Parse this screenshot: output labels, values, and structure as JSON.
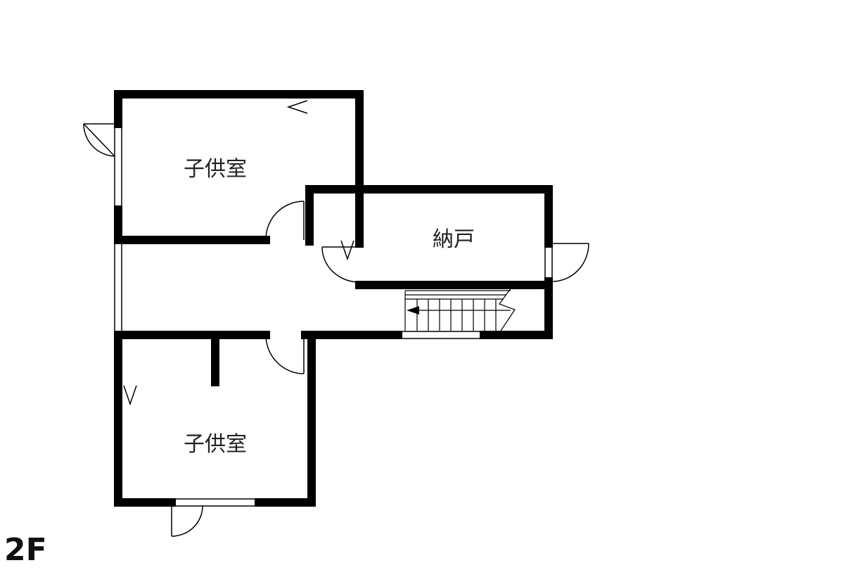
{
  "floor": {
    "label": "2F"
  },
  "rooms": {
    "north": {
      "label": "子供室"
    },
    "storage": {
      "label": "納戸"
    },
    "south": {
      "label": "子供室"
    }
  },
  "colors": {
    "wall": "#000000",
    "line": "#000000",
    "background": "#ffffff"
  }
}
